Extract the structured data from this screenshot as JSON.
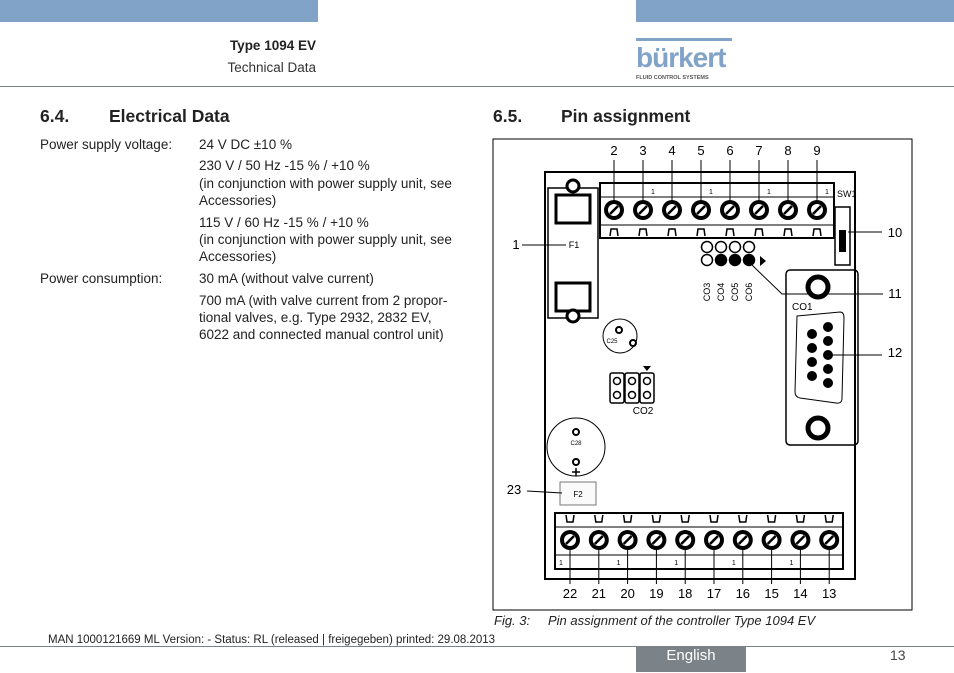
{
  "header": {
    "title": "Type 1094 EV",
    "subtitle": "Technical Data",
    "logo_text": "bürkert",
    "logo_tagline": "FLUID CONTROL SYSTEMS"
  },
  "electrical": {
    "number": "6.4.",
    "title": "Electrical Data",
    "rows": [
      {
        "label": "Power supply voltage:",
        "values": [
          "24 V DC ±10 %",
          "230 V / 50 Hz -15 % / +10 %",
          "(in conjunction with power supply unit, see",
          "Accessories)",
          "115 V / 60 Hz -15 % / +10 %",
          "(in conjunction with power supply unit, see",
          "Accessories)"
        ]
      },
      {
        "label": "Power consumption:",
        "values": [
          "30 mA (without valve current)",
          "700 mA (with valve current from 2 propor-",
          "tional valves, e.g. Type 2932, 2832 EV,",
          "6022 and connected manual control unit)"
        ]
      }
    ]
  },
  "pins": {
    "number": "6.5.",
    "title": "Pin assignment",
    "top_labels": [
      "2",
      "3",
      "4",
      "5",
      "6",
      "7",
      "8",
      "9"
    ],
    "bottom_labels": [
      "22",
      "21",
      "20",
      "19",
      "18",
      "17",
      "16",
      "15",
      "14",
      "13"
    ],
    "side_labels": {
      "fuse1": "1",
      "switch": "10",
      "headers": "11",
      "sub_d": "12",
      "fuse2": "23"
    },
    "board_marks": {
      "f1": "F1",
      "f2": "F2",
      "sw1": "SW1",
      "co1": "CO1",
      "co2": "CO2",
      "c25": "C25",
      "c28": "C28",
      "co3": "CO3",
      "co4": "CO4",
      "co5": "CO5",
      "co6": "CO6",
      "pin1": "1"
    },
    "caption_num": "Fig. 3:",
    "caption": "Pin assignment of the controller Type 1094 EV"
  },
  "footer": {
    "doc_info": "MAN  1000121669  ML  Version: - Status: RL (released | freigegeben)  printed: 29.08.2013",
    "language": "English",
    "page": "13"
  }
}
